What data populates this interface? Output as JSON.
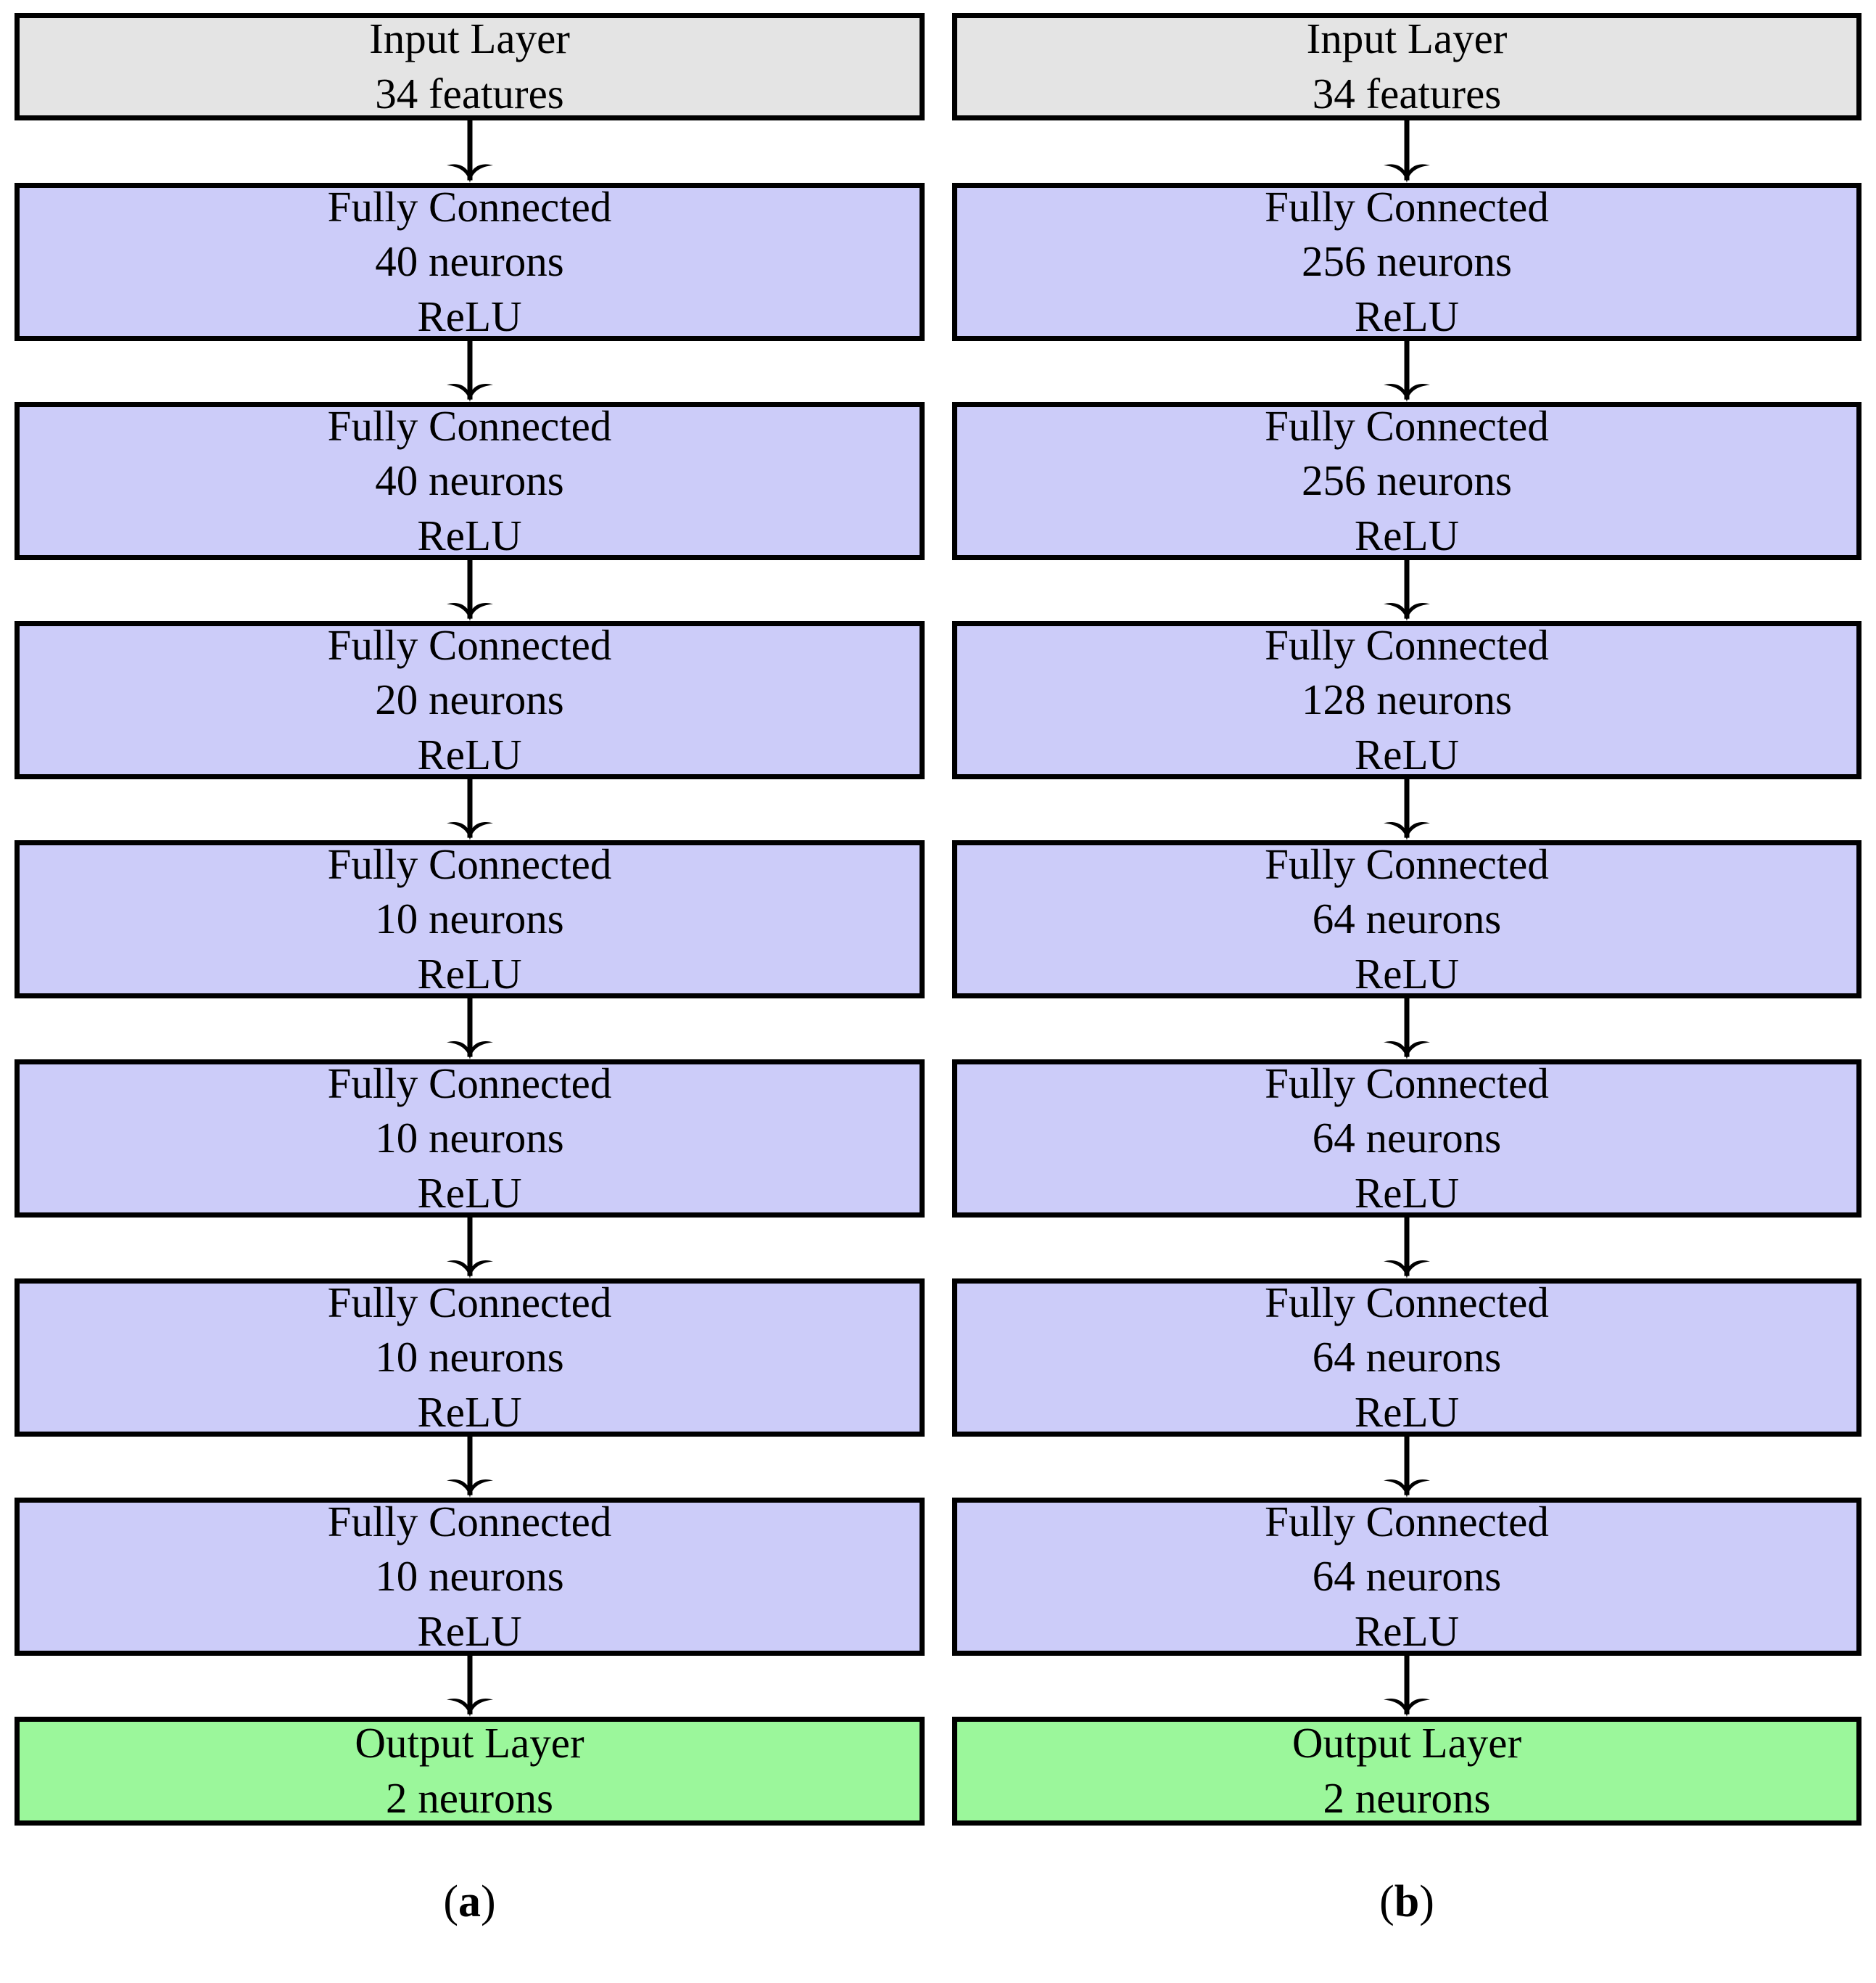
{
  "figure": {
    "colors": {
      "input_fill": "#e4e4e4",
      "hidden_fill": "#ccccf9",
      "output_fill": "#9bf79b",
      "border": "#000000",
      "arrow": "#000000",
      "background": "#ffffff"
    },
    "panels": [
      {
        "caption_open": "(",
        "caption_letter": "a",
        "caption_close": ")",
        "nodes": [
          {
            "kind": "input",
            "title": "Input Layer",
            "detail": "34 features",
            "activation": ""
          },
          {
            "kind": "hidden",
            "title": "Fully Connected",
            "detail": "40 neurons",
            "activation": "ReLU"
          },
          {
            "kind": "hidden",
            "title": "Fully Connected",
            "detail": "40 neurons",
            "activation": "ReLU"
          },
          {
            "kind": "hidden",
            "title": "Fully Connected",
            "detail": "20 neurons",
            "activation": "ReLU"
          },
          {
            "kind": "hidden",
            "title": "Fully Connected",
            "detail": "10 neurons",
            "activation": "ReLU"
          },
          {
            "kind": "hidden",
            "title": "Fully Connected",
            "detail": "10 neurons",
            "activation": "ReLU"
          },
          {
            "kind": "hidden",
            "title": "Fully Connected",
            "detail": "10 neurons",
            "activation": "ReLU"
          },
          {
            "kind": "hidden",
            "title": "Fully Connected",
            "detail": "10 neurons",
            "activation": "ReLU"
          },
          {
            "kind": "output",
            "title": "Output Layer",
            "detail": "2 neurons",
            "activation": ""
          }
        ]
      },
      {
        "caption_open": "(",
        "caption_letter": "b",
        "caption_close": ")",
        "nodes": [
          {
            "kind": "input",
            "title": "Input Layer",
            "detail": "34 features",
            "activation": ""
          },
          {
            "kind": "hidden",
            "title": "Fully Connected",
            "detail": "256 neurons",
            "activation": "ReLU"
          },
          {
            "kind": "hidden",
            "title": "Fully Connected",
            "detail": "256 neurons",
            "activation": "ReLU"
          },
          {
            "kind": "hidden",
            "title": "Fully Connected",
            "detail": "128 neurons",
            "activation": "ReLU"
          },
          {
            "kind": "hidden",
            "title": "Fully Connected",
            "detail": "64 neurons",
            "activation": "ReLU"
          },
          {
            "kind": "hidden",
            "title": "Fully Connected",
            "detail": "64 neurons",
            "activation": "ReLU"
          },
          {
            "kind": "hidden",
            "title": "Fully Connected",
            "detail": "64 neurons",
            "activation": "ReLU"
          },
          {
            "kind": "hidden",
            "title": "Fully Connected",
            "detail": "64 neurons",
            "activation": "ReLU"
          },
          {
            "kind": "output",
            "title": "Output Layer",
            "detail": "2 neurons",
            "activation": ""
          }
        ]
      }
    ]
  }
}
